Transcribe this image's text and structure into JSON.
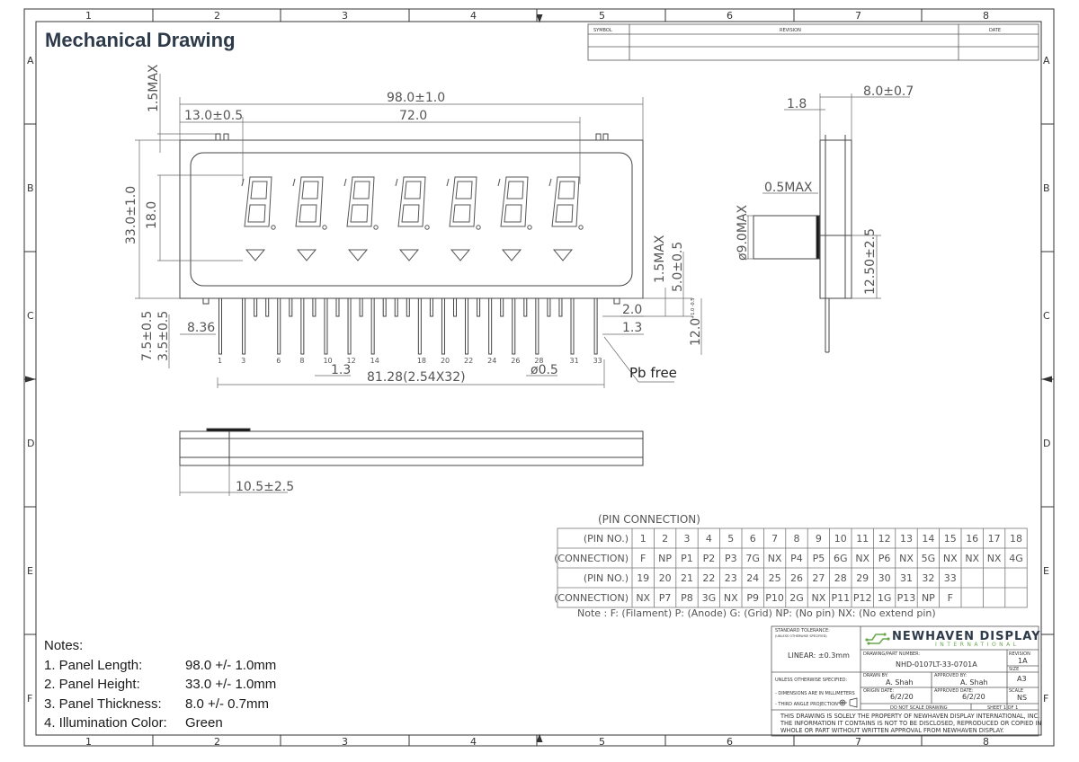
{
  "title": "Mechanical Drawing",
  "grid": {
    "cols": [
      "1",
      "2",
      "3",
      "4",
      "5",
      "6",
      "7",
      "8"
    ],
    "rows": [
      "A",
      "B",
      "C",
      "D",
      "E",
      "F"
    ]
  },
  "revision_table": {
    "symbol": "SYMBOL",
    "revision": "REVISION",
    "date": "DATE"
  },
  "front_dims": {
    "overall_len": "98.0±1.0",
    "inner_len": "72.0",
    "offset": "13.0±0.5",
    "top_max": "1.5MAX",
    "height": "33.0±1.0",
    "inner_h": "18.0",
    "right_max": "1.5MAX",
    "right_5": "5.0±0.5",
    "pin_2": "2.0",
    "pin_1_3": "1.3",
    "pin_12": "12.0",
    "pin_12_tol": "+1.0 -0.5",
    "left_75": "7.5±0.5",
    "left_35": "3.5±0.5",
    "left_836": "8.36",
    "pitch_13": "1.3",
    "span": "81.28(2.54X32)",
    "pin_dia": "ø0.5",
    "pb_free": "Pb free"
  },
  "pin_labels": [
    "1",
    "3",
    "6",
    "8",
    "10",
    "12",
    "14",
    "18",
    "20",
    "22",
    "24",
    "26",
    "28",
    "31",
    "33"
  ],
  "side_dims": {
    "thick": "8.0±0.7",
    "d18": "1.8",
    "d05": "0.5MAX",
    "d9": "ø9.0MAX",
    "d125": "12.50±2.5"
  },
  "bottom_dims": {
    "d105": "10.5±2.5"
  },
  "pin_table": {
    "title": "(PIN CONNECTION)",
    "label_pin": "(PIN NO.)",
    "label_conn": "(CONNECTION)",
    "row1_pins": [
      "1",
      "2",
      "3",
      "4",
      "5",
      "6",
      "7",
      "8",
      "9",
      "10",
      "11",
      "12",
      "13",
      "14",
      "15",
      "16",
      "17",
      "18"
    ],
    "row1_conn": [
      "F",
      "NP",
      "P1",
      "P2",
      "P3",
      "7G",
      "NX",
      "P4",
      "P5",
      "6G",
      "NX",
      "P6",
      "NX",
      "5G",
      "NX",
      "NX",
      "NX",
      "4G"
    ],
    "row2_pins": [
      "19",
      "20",
      "21",
      "22",
      "23",
      "24",
      "25",
      "26",
      "27",
      "28",
      "29",
      "30",
      "31",
      "32",
      "33",
      "",
      "",
      ""
    ],
    "row2_conn": [
      "NX",
      "P7",
      "P8",
      "3G",
      "NX",
      "P9",
      "P10",
      "2G",
      "NX",
      "P11",
      "P12",
      "1G",
      "P13",
      "NP",
      "F",
      "",
      "",
      ""
    ],
    "note": "Note :   F: (Filament)   P: (Anode)   G: (Grid)   NP: (No pin)   NX: (No extend pin)"
  },
  "title_block": {
    "std_tol": "STANDARD TOLERANCE:",
    "std_sub": "(UNLESS OTHERWISE SPECIFIED)",
    "linear": "LINEAR:  ±0.3mm",
    "company": "NEWHAVEN DISPLAY",
    "company_sub": "INTERNATIONAL",
    "part_label": "DRAWING/PART NUMBER:",
    "part": "NHD-0107LT-33-0701A",
    "rev_label": "REVISION",
    "rev": "1A",
    "unless": "UNLESS OTHERWISE SPECIFIED:",
    "drawn_label": "DRAWN BY:",
    "drawn": "A. Shah",
    "approved_label": "APPROVED BY:",
    "approved": "A. Shah",
    "size_label": "SIZE",
    "size": "A3",
    "dims_mm": "- DIMENSIONS ARE IN MILLIMETERS",
    "third_angle": "- THIRD ANGLE PROJECTION",
    "orig_label": "ORIGIN DATE:",
    "orig": "6/2/20",
    "appr_date_label": "APPROVED DATE:",
    "appr_date": "6/2/20",
    "scale_label": "SCALE",
    "scale": "NS",
    "do_not_scale": "DO NOT SCALE DRAWING",
    "sheet": "SHEET 1 OF 1",
    "disclaimer1": "THIS DRAWING IS SOLELY THE PROPERTY OF NEWHAVEN DISPLAY INTERNATIONAL, INC.",
    "disclaimer2": "THE INFORMATION IT CONTAINS IS NOT TO BE DISCLOSED, REPRODUCED OR COPIED IN",
    "disclaimer3": "WHOLE OR PART WITHOUT WRITTEN APPROVAL FROM NEWHAVEN DISPLAY."
  },
  "notes": {
    "heading": "Notes:",
    "items": [
      {
        "k": "1. Panel Length:",
        "v": "98.0 +/- 1.0mm"
      },
      {
        "k": "2. Panel Height:",
        "v": "33.0 +/- 1.0mm"
      },
      {
        "k": "3. Panel Thickness:",
        "v": "8.0 +/- 0.7mm"
      },
      {
        "k": "4. Illumination Color:",
        "v": "Green"
      }
    ]
  }
}
